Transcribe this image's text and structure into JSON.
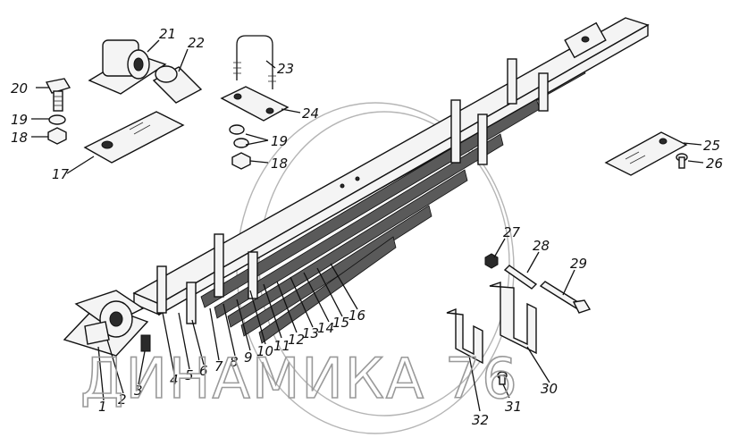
{
  "watermark": "ДИНАМИКА 76",
  "corner_mark": "",
  "labels": {
    "l1": "1",
    "l2": "2",
    "l3": "3",
    "l4": "4",
    "l5": "5",
    "l6": "6",
    "l7": "7",
    "l8": "8",
    "l9": "9",
    "l10": "10",
    "l11": "11",
    "l12": "12",
    "l13": "13",
    "l14": "14",
    "l15": "15",
    "l16": "16",
    "l17": "17",
    "l18a": "18",
    "l18b": "18",
    "l19a": "19",
    "l19b": "19",
    "l20": "20",
    "l21": "21",
    "l22": "22",
    "l23": "23",
    "l24": "24",
    "l25": "25",
    "l26": "26",
    "l27": "27",
    "l28": "28",
    "l29": "29",
    "l30": "30",
    "l31": "31",
    "l32": "32"
  }
}
